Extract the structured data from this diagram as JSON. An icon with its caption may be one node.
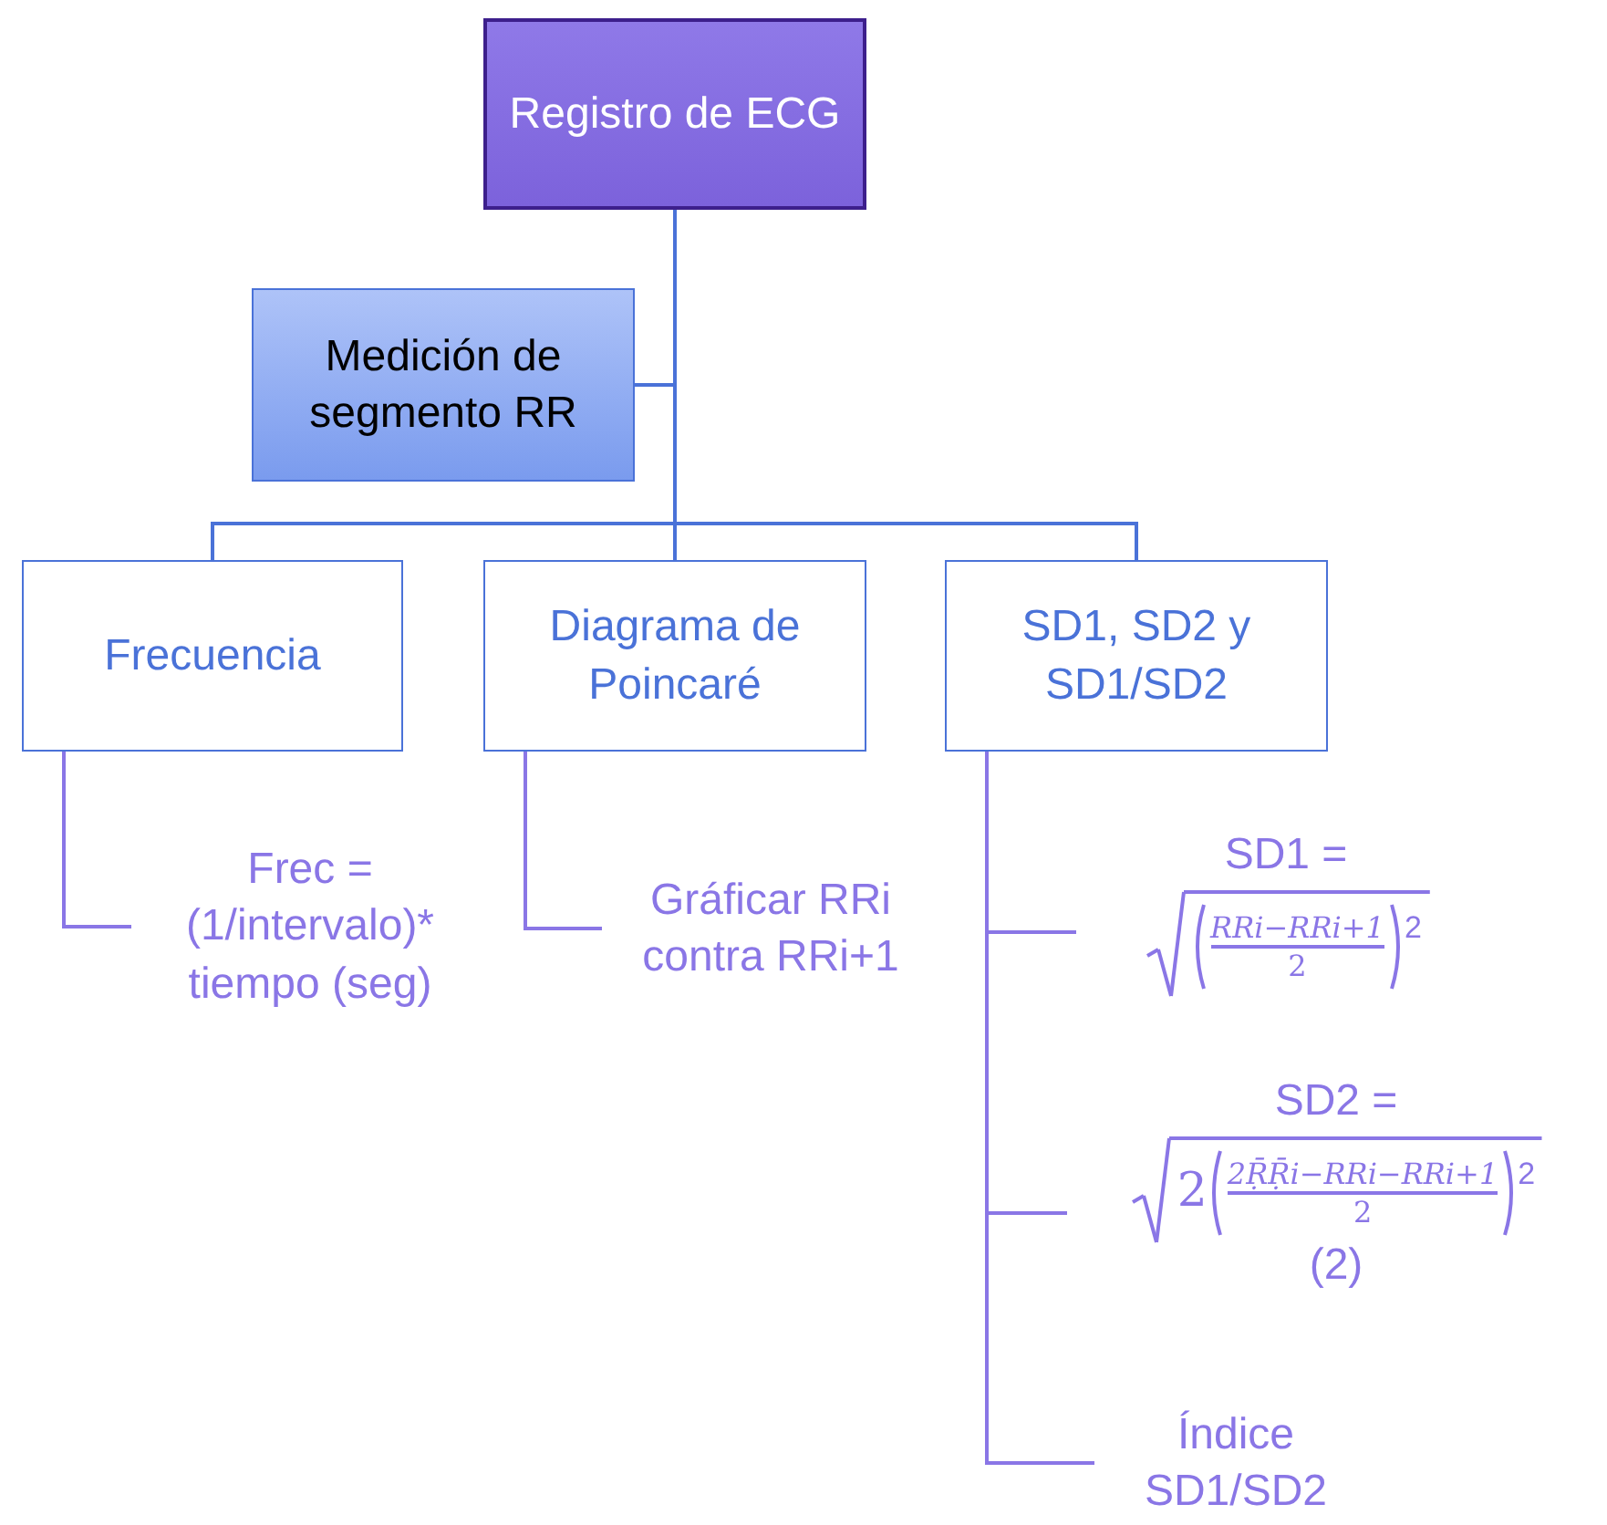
{
  "diagram": {
    "nodes": [
      {
        "text": [
          "Registro de ECG"
        ]
      },
      {
        "text": [
          "Medición de segmento RR"
        ]
      },
      {
        "text": [
          "Frecuencia"
        ]
      },
      {
        "text": [
          "Diagrama de Poincaré"
        ]
      },
      {
        "text": [
          "SD1, SD2 y SD1/SD2"
        ]
      },
      {
        "text": [
          "Frec = (1/intervalo)* tiempo (seg)"
        ]
      },
      {
        "text": [
          "Gráficar RRi contra RRi+1"
        ]
      },
      {
        "text": [
          "SD1 =",
          "RRi−RRi+1",
          "2",
          "2"
        ]
      },
      {
        "text": [
          "SD2 =",
          "2",
          "2ṜṜi−RRi−RRi+1",
          "2",
          "2",
          "(2)"
        ]
      },
      {
        "text": [
          "Índice SD1/SD2"
        ]
      }
    ],
    "edges": [
      {
        "from": 0,
        "to": 1,
        "arrow": "none",
        "color": "#4a72d8"
      },
      {
        "from": 0,
        "to": 2,
        "arrow": "none",
        "color": "#4a72d8"
      },
      {
        "from": 0,
        "to": 3,
        "arrow": "none",
        "color": "#4a72d8"
      },
      {
        "from": 0,
        "to": 4,
        "arrow": "none",
        "color": "#4a72d8"
      },
      {
        "from": 2,
        "to": 5,
        "arrow": "none"
      },
      {
        "from": 3,
        "to": 6,
        "arrow": "none"
      },
      {
        "from": 4,
        "to": 7,
        "arrow": "none"
      },
      {
        "from": 4,
        "to": 8,
        "arrow": "none"
      },
      {
        "from": 4,
        "to": 9,
        "arrow": "none"
      }
    ]
  }
}
